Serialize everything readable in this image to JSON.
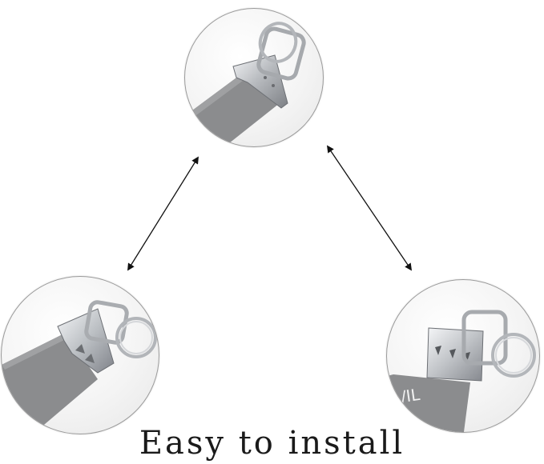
{
  "caption": "Easy to install",
  "images": {
    "top": "webbing-hardware-clamp-with-d-ring",
    "left": "webbing-hardware-clamp-with-split-ring",
    "right": "webbing-hardware-clamp-with-split-ring-printed-strap"
  },
  "colors": {
    "strap": "#8b8c8e",
    "metal": "#c9cbce",
    "arrow": "#111111",
    "background": "#ffffff"
  }
}
